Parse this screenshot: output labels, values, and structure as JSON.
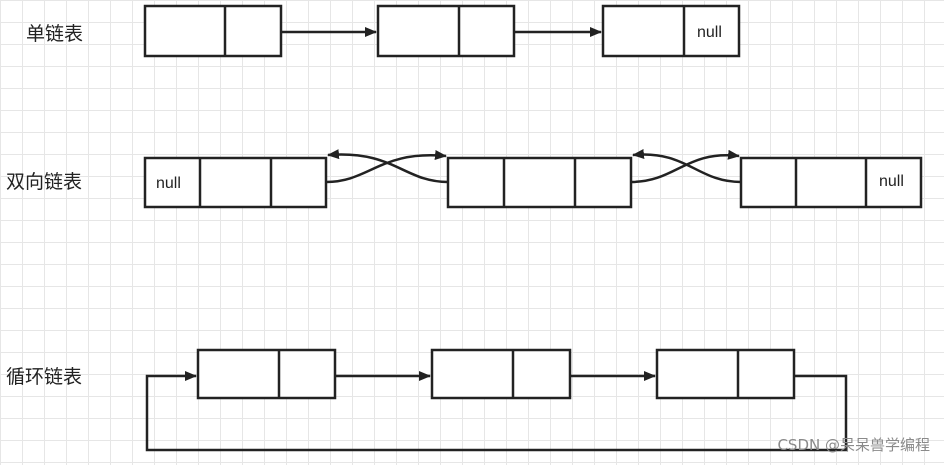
{
  "rows": {
    "single": {
      "label": "单链表",
      "null_text": "null"
    },
    "doubly": {
      "label": "双向链表",
      "null_left": "null",
      "null_right": "null"
    },
    "circular": {
      "label": "循环链表"
    }
  },
  "watermark": "CSDN @呆呆兽学编程",
  "colors": {
    "stroke": "#222222",
    "grid": "#e6e6e6",
    "background": "#ffffff"
  }
}
